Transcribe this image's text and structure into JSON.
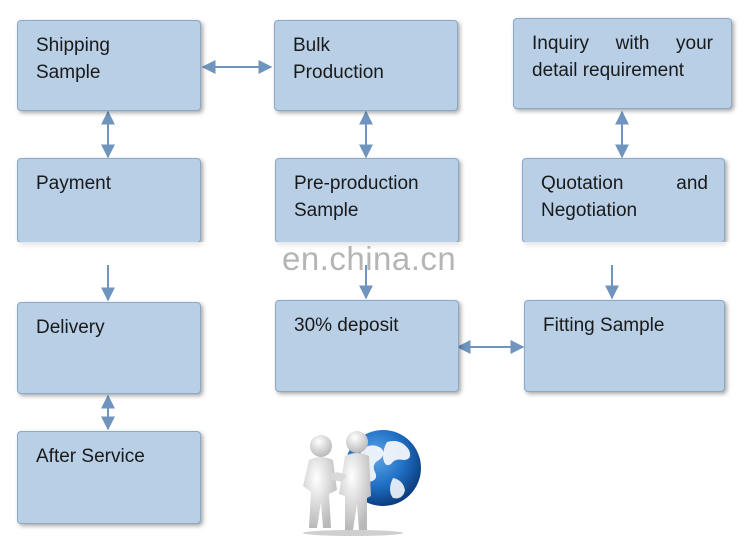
{
  "boxes": {
    "shipping_sample": [
      "Shipping",
      "Sample"
    ],
    "bulk_production": [
      "Bulk",
      "Production"
    ],
    "inquiry": [
      "Inquiry with your",
      "detail requirement"
    ],
    "payment": [
      "Payment"
    ],
    "pre_production_sample": [
      "Pre-production",
      "Sample"
    ],
    "quotation": [
      "Quotation and",
      "Negotiation"
    ],
    "delivery": [
      "Delivery"
    ],
    "deposit": [
      "30% deposit"
    ],
    "fitting_sample": [
      "Fitting Sample"
    ],
    "after_service": [
      "After Service"
    ]
  },
  "watermark": "en.china.cn",
  "colors": {
    "box_fill": "#b8cfe6",
    "box_border": "#8aa8c8",
    "arrow": "#6f95bf"
  },
  "illustration": [
    "handshake-icon",
    "globe-icon"
  ]
}
